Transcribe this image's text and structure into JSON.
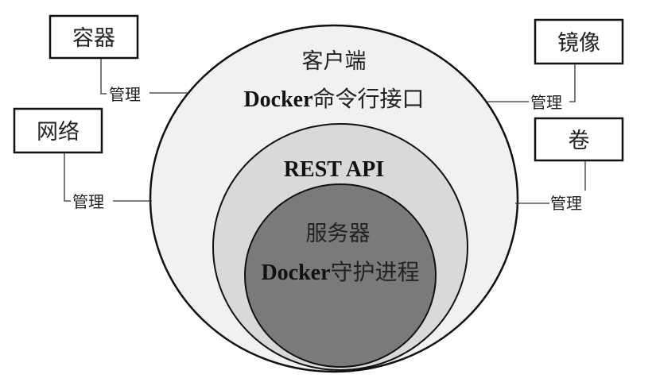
{
  "diagram": {
    "colors": {
      "outer_fill": "#f1f1f1",
      "middle_fill": "#d9d9d9",
      "inner_fill": "#7a7a7a",
      "stroke": "#111111",
      "connector": "#333333"
    },
    "layers": {
      "client": {
        "title": "客户端",
        "subtitle_en": "Docker",
        "subtitle_cn": "命令行接口"
      },
      "api": {
        "title": "REST API"
      },
      "server": {
        "title": "服务器",
        "subtitle_en": "Docker",
        "subtitle_cn": "守护进程"
      }
    },
    "objects": [
      {
        "id": "container",
        "label": "容器",
        "relation": "管理"
      },
      {
        "id": "network",
        "label": "网络",
        "relation": "管理"
      },
      {
        "id": "image",
        "label": "镜像",
        "relation": "管理"
      },
      {
        "id": "volume",
        "label": "卷",
        "relation": "管理"
      }
    ]
  }
}
